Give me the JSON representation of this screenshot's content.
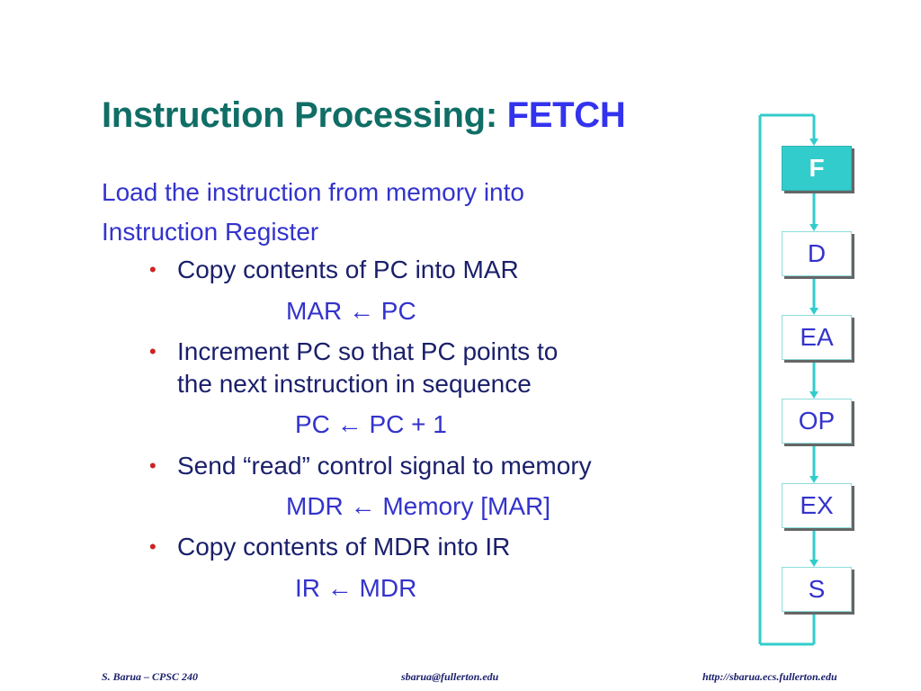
{
  "slide": {
    "title_main": "Instruction Processing: ",
    "title_accent": "FETCH",
    "intro_line1": "Load the instruction from memory into",
    "intro_line2": "Instruction Register",
    "bullets": [
      {
        "line1": "Copy contents of PC into MAR",
        "line2": "",
        "formula": "MAR ← PC"
      },
      {
        "line1": "Increment PC so that PC points to",
        "line2": "the next instruction in sequence",
        "formula": "PC ← PC + 1"
      },
      {
        "line1": "Send “read” control signal to memory",
        "line2": "",
        "formula": "MDR ← Memory [MAR]"
      },
      {
        "line1": "Copy contents of MDR into IR",
        "line2": "",
        "formula": "IR ← MDR"
      }
    ]
  },
  "flow": {
    "steps": [
      "F",
      "D",
      "EA",
      "OP",
      "EX",
      "S"
    ],
    "active": "F",
    "colors": {
      "active_fill": "#33cccc",
      "arrow": "#33cccc",
      "text": "#3333cc"
    }
  },
  "footer": {
    "left": "S. Barua – CPSC 240",
    "center": "sbarua@fullerton.edu",
    "right": "http://sbarua.ecs.fullerton.edu"
  }
}
